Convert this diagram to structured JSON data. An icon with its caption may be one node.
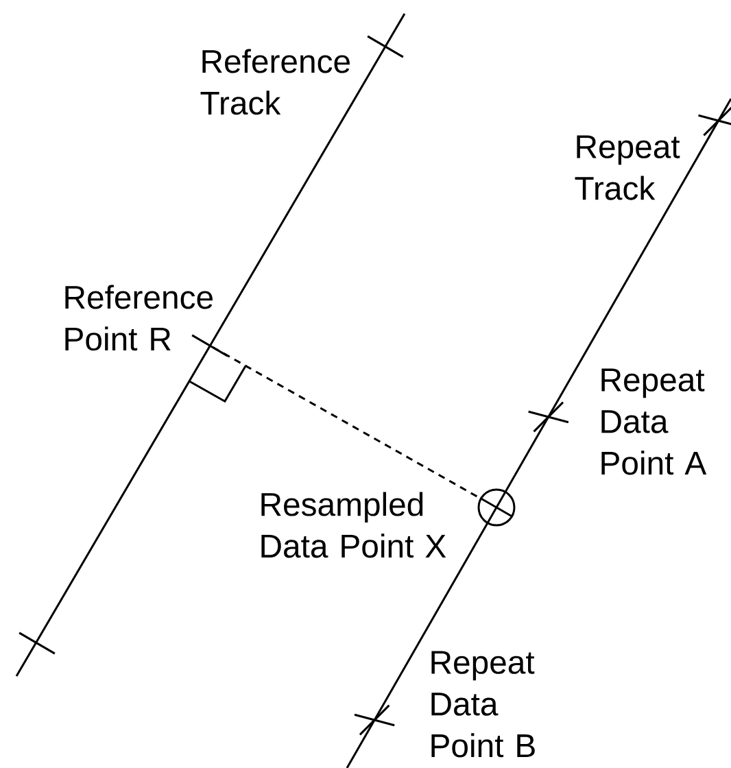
{
  "diagram": {
    "nodes": [
      {
        "text": [],
        "shape": "tick",
        "beside": [
          "Reference Point R"
        ]
      },
      {
        "text": [],
        "shape": "circle",
        "beside": [
          "Resampled Data Point X"
        ]
      }
    ],
    "edges": [
      {
        "from": 0,
        "to": 1,
        "arrow": "none",
        "style": "dashed"
      }
    ],
    "labels": [
      "Reference Track",
      "Repeat Track",
      "Repeat Data Point A",
      "Repeat Data Point B"
    ]
  }
}
